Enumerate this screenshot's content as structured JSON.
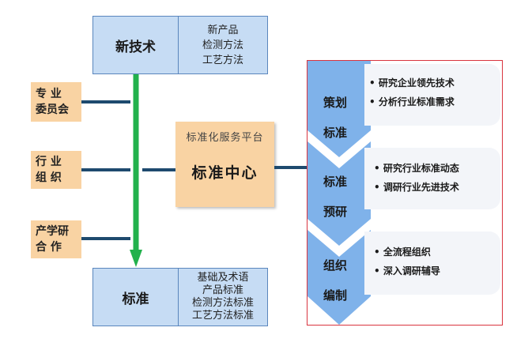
{
  "top_box": {
    "title": "新技术",
    "items": [
      "新产品",
      "检测方法",
      "工艺方法"
    ]
  },
  "bottom_box": {
    "title": "标准",
    "items": [
      "基础及术语",
      "产品标准",
      "检测方法标准",
      "工艺方法标准"
    ]
  },
  "side_boxes": [
    {
      "lines": [
        "专 业",
        "委员会"
      ]
    },
    {
      "lines": [
        "行 业",
        "组 织"
      ]
    },
    {
      "lines": [
        "产学研",
        "合 作"
      ]
    }
  ],
  "center": {
    "subtitle": "标准化服务平台",
    "title": "标准中心"
  },
  "stages": [
    {
      "label_lines": [
        "策划",
        "标准"
      ],
      "bullets": [
        "研究企业领先技术",
        "分析行业标准需求"
      ]
    },
    {
      "label_lines": [
        "标准",
        "预研"
      ],
      "bullets": [
        "研究行业标准动态",
        "调研行业先进技术"
      ]
    },
    {
      "label_lines": [
        "组织",
        "编制"
      ],
      "bullets": [
        "全流程组织",
        "深入调研辅导"
      ]
    }
  ],
  "colors": {
    "box_fill": "#c6dcf4",
    "orange_fill": "#f9d3a3",
    "arrow_green": "#22b14c",
    "line_navy": "#1e4a6e",
    "chevron_blue": "#7fb2ea",
    "frame_red": "#d9343f"
  }
}
